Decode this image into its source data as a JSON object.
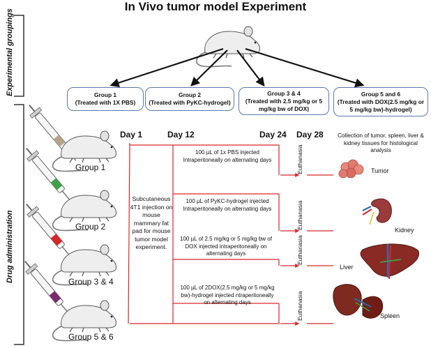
{
  "title": "In Vivo tumor model Experiment",
  "side_labels": {
    "groupings": "Experimental groupings",
    "administration": "Drug administration"
  },
  "groups": [
    {
      "title": "Group 1",
      "subtitle": "(Treated with 1X PBS)"
    },
    {
      "title": "Group 2",
      "subtitle": "(Treated with PyKC-hydrogel)"
    },
    {
      "title": "Group 3 & 4",
      "subtitle": "(Treated with 2.5 mg/kg  or 5 mg/kg bw of DOX)"
    },
    {
      "title": "Group 5 and 6",
      "subtitle": "(Treated with DOX(2.5 mg/kg  or 5 mg/kg bw)-hydrogel)"
    }
  ],
  "days": [
    "Day 1",
    "Day 12",
    "Day 24",
    "Day 28"
  ],
  "mouse_labels": [
    "Group 1",
    "Group 2",
    "Group 3 & 4",
    "Group 5 & 6"
  ],
  "injection_note": "Subcutaneous 4T1 injection on mouse mammary fat pad for mouse tumor model experiment.",
  "treatments": [
    "100 µL of 1x PBS injected Intraperitoneally on alternating days",
    "100 µL of PyKC-hydrogel injected Intraperitoneally on alternating days",
    "100 µL of 2.5 mg/kg or 5 mg/kg bw of DOX injected intraperitoneally on alternating days",
    "100 µL of 2DOX(2.5 mg/kg  or 5 mg/kg bw)-hydrogel injected ntraperitoneally on alternating days"
  ],
  "euthanasia": "Euthanasia",
  "collection_note": "Collection of tumor, spleen, liver & kidney tissues for histological analysis",
  "organs": {
    "tumor": "Tumor",
    "kidney": "Kidney",
    "liver": "Liver",
    "spleen": "Spleen"
  },
  "colors": {
    "box_border": "#5a78b0",
    "timeline": "#d9262b",
    "syringe_plungers": [
      "#b5a48a",
      "#3fa14a",
      "#d9262b",
      "#7a2c6e"
    ]
  }
}
